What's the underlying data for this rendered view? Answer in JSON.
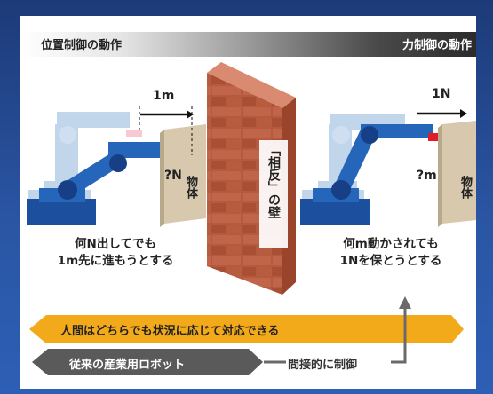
{
  "header": {
    "left_title": "位置制御の動作",
    "right_title": "力制御の動作"
  },
  "left_scene": {
    "distance_label": "1m",
    "force_label": "?N",
    "object_label": "物体",
    "caption_line1": "何N出してでも",
    "caption_line2": "1m先に進もうとする"
  },
  "wall": {
    "label": "「相反」の壁"
  },
  "right_scene": {
    "force_label": "1N",
    "distance_label": "?m",
    "object_label": "物体",
    "caption_line1": "何m動かされても",
    "caption_line2": "1Nを保とうとする"
  },
  "arrows": {
    "human_text": "人間はどちらでも状況に応じて対応できる",
    "robot_text": "従来の産業用ロボット",
    "indirect_text": "間接的に制御"
  },
  "colors": {
    "robot_blue": "#1f5fb0",
    "robot_light": "#8fb4dc",
    "brick": "#b5553a",
    "human_arrow": "#f2a91a",
    "robot_arrow": "#5a5a5a",
    "object_tan": "#d9ccb4"
  }
}
